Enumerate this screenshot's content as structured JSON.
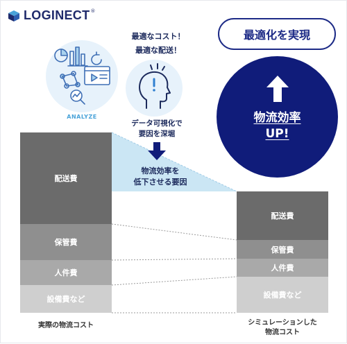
{
  "logo": {
    "text": "LOGINECT",
    "mark": "®"
  },
  "header": {
    "pill_label": "最適化を実現"
  },
  "analyze": {
    "label": "ANALYZE",
    "icon": "analyze-dashboard-icon"
  },
  "thought": {
    "line1": "最適なコスト！",
    "line2": "最適な配送！",
    "icon": "head-thinking-icon"
  },
  "visualize": {
    "line1": "データ可視化で",
    "line2": "要因を深堀"
  },
  "reason": {
    "line1": "物流効率を",
    "line2": "低下させる要因"
  },
  "result": {
    "line1": "物流効率",
    "line2": "UP!",
    "icon": "up-arrow-icon"
  },
  "actual_bar": {
    "label": "実際の物流コスト",
    "segments": [
      "配送費",
      "保管費",
      "人件費",
      "設備費など"
    ]
  },
  "simulated_bar": {
    "label_line1": "シミュレーションした",
    "label_line2": "物流コスト",
    "segments": [
      "配送費",
      "保管費",
      "人件費",
      "設備費など"
    ]
  },
  "colors": {
    "navy": "#101c7a",
    "pill_border": "#1c2a86",
    "triangle": "#cbe6f4",
    "haiso": "#6b6b6b",
    "hokan": "#8f8f8f",
    "jinken": "#a9a9a9",
    "setsubi": "#cfcfcf"
  }
}
